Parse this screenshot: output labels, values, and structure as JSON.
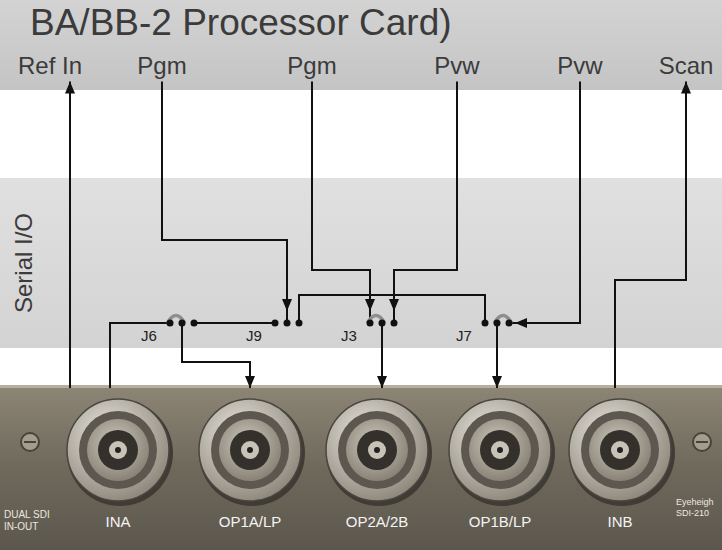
{
  "diagram": {
    "nodes": [
      {
        "text": [
          "BA/BB-2 Processor Card)"
        ]
      },
      {
        "text": [
          "Ref In"
        ],
        "in": 0
      },
      {
        "text": [
          "Pgm"
        ],
        "in": 0
      },
      {
        "text": [
          "Pgm"
        ],
        "in": 0
      },
      {
        "text": [
          "Pvw"
        ],
        "in": 0
      },
      {
        "text": [
          "Pvw"
        ],
        "in": 0
      },
      {
        "text": [
          "Scan"
        ],
        "in": 0
      },
      {
        "text": [
          "Serial I/O"
        ]
      },
      {
        "text": [
          "J6"
        ],
        "in": 7
      },
      {
        "text": [
          "J9"
        ],
        "in": 7
      },
      {
        "text": [
          "J3"
        ],
        "in": 7
      },
      {
        "text": [
          "J7"
        ],
        "in": 7
      },
      {
        "text": [
          "DUAL SDI IN-OUT",
          "Eyeheigh SDI-210"
        ]
      },
      {
        "text": [
          "INA"
        ],
        "in": 12
      },
      {
        "text": [
          "OP1A/LP"
        ],
        "in": 12
      },
      {
        "text": [
          "OP2A/2B"
        ],
        "in": 12
      },
      {
        "text": [
          "OP1B/LP"
        ],
        "in": 12
      },
      {
        "text": [
          "INB"
        ],
        "in": 12
      }
    ],
    "edges": [
      {
        "from": 13,
        "to": 1,
        "arrow": "to"
      },
      {
        "from": 13,
        "to": 8,
        "arrow": "none"
      },
      {
        "from": 2,
        "to": 9,
        "arrow": "to"
      },
      {
        "from": 9,
        "to": 8,
        "arrow": "none"
      },
      {
        "from": 8,
        "to": 14,
        "arrow": "to"
      },
      {
        "from": 3,
        "to": 10,
        "arrow": "to"
      },
      {
        "from": 4,
        "to": 10,
        "arrow": "to"
      },
      {
        "from": 10,
        "to": 15,
        "arrow": "to"
      },
      {
        "from": 5,
        "to": 11,
        "arrow": "to"
      },
      {
        "from": 9,
        "to": 11,
        "arrow": "none"
      },
      {
        "from": 11,
        "to": 16,
        "arrow": "to"
      },
      {
        "from": 17,
        "to": 6,
        "arrow": "to"
      }
    ]
  }
}
